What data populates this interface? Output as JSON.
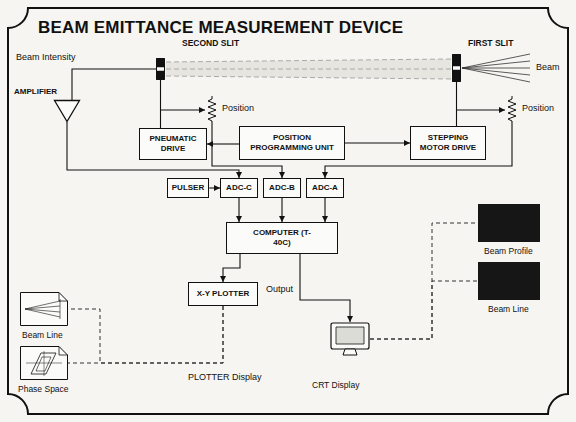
{
  "diagram": {
    "title": "BEAM EMITTANCE MEASUREMENT DEVICE",
    "nodes": [
      {
        "text": [
          "SECOND SLIT"
        ]
      },
      {
        "text": [
          "FIRST SLIT"
        ]
      },
      {
        "text": [
          "AMPLIFIER"
        ]
      },
      {
        "text": [
          "PNEUMATIC DRIVE"
        ]
      },
      {
        "text": [
          "POSITION PROGRAMMING UNIT"
        ]
      },
      {
        "text": [
          "STEPPING MOTOR DRIVE"
        ]
      },
      {
        "text": [
          "PULSER"
        ]
      },
      {
        "text": [
          "ADC-C"
        ]
      },
      {
        "text": [
          "ADC-B"
        ]
      },
      {
        "text": [
          "ADC-A"
        ]
      },
      {
        "text": [
          "COMPUTER (T-40C)"
        ]
      },
      {
        "text": [
          "X-Y PLOTTER"
        ]
      },
      {
        "text": [
          "CRT Display"
        ]
      },
      {
        "text": [
          "Beam Profile"
        ]
      },
      {
        "text": [
          "Beam Line"
        ]
      },
      {
        "text": [
          "Beam Line"
        ]
      },
      {
        "text": [
          "Phase Space"
        ]
      }
    ],
    "edges": [
      {
        "from": 0,
        "to": 2,
        "arrow": "none"
      },
      {
        "from": 2,
        "to": 7,
        "arrow": "to"
      },
      {
        "from": 3,
        "to": 0,
        "arrow": "none"
      },
      {
        "from": 4,
        "to": 3,
        "arrow": "to"
      },
      {
        "from": 4,
        "to": 5,
        "arrow": "to"
      },
      {
        "from": 5,
        "to": 1,
        "arrow": "none"
      },
      {
        "from": 6,
        "to": 7,
        "arrow": "to"
      },
      {
        "from": 7,
        "to": 10,
        "arrow": "to"
      },
      {
        "from": 8,
        "to": 10,
        "arrow": "to"
      },
      {
        "from": 9,
        "to": 10,
        "arrow": "to"
      },
      {
        "from": 10,
        "to": 11,
        "arrow": "to"
      },
      {
        "from": 10,
        "to": 12,
        "arrow": "to"
      },
      {
        "from": 11,
        "to": 15,
        "arrow": "none"
      },
      {
        "from": 11,
        "to": 16,
        "arrow": "none"
      },
      {
        "from": 12,
        "to": 13,
        "arrow": "none"
      },
      {
        "from": 12,
        "to": 14,
        "arrow": "none"
      }
    ],
    "labels": [
      "Beam Intensity",
      "Position",
      "Position",
      "Beam",
      "Output",
      "PLOTTER Display"
    ]
  }
}
